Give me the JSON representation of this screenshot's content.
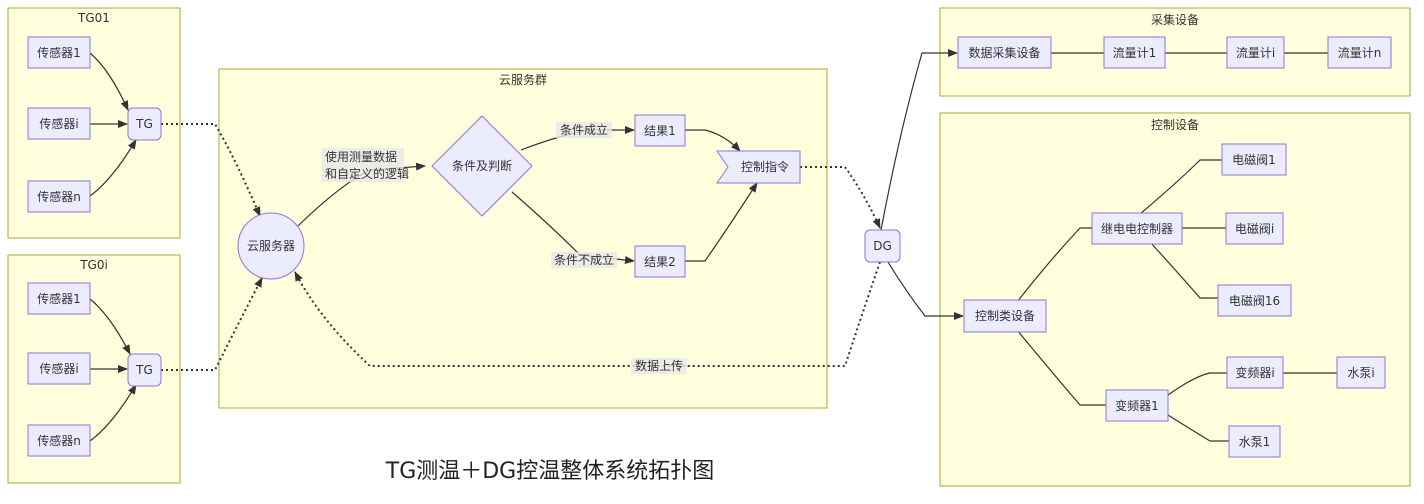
{
  "diagram": {
    "title": "TG测温＋DG控温整体系统拓扑图",
    "groups": {
      "tg01": "TG01",
      "tg0i": "TG0i",
      "cloud": "云服务群",
      "collect": "采集设备",
      "control": "控制设备"
    },
    "nodes": {
      "tg01_s1": "传感器1",
      "tg01_si": "传感器i",
      "tg01_sn": "传感器n",
      "tg01_tg": "TG",
      "tg0i_s1": "传感器1",
      "tg0i_si": "传感器i",
      "tg0i_sn": "传感器n",
      "tg0i_tg": "TG",
      "cloud_server": "云服务器",
      "condition": "条件及判断",
      "result1": "结果1",
      "result2": "结果2",
      "control_cmd": "控制指令",
      "dg": "DG",
      "data_collect": "数据采集设备",
      "flow1": "流量计1",
      "flowi": "流量计i",
      "flown": "流量计n",
      "control_dev": "控制类设备",
      "relay": "继电电控制器",
      "valve1": "电磁阀1",
      "valvei": "电磁阀i",
      "valve16": "电磁阀16",
      "vfdi": "变频器i",
      "vfd1": "变频器1",
      "pumpi": "水泵i",
      "pump1": "水泵1"
    },
    "edge_labels": {
      "logic_line1": "使用测量数据",
      "logic_line2": "和自定义的逻辑",
      "cond_true": "条件成立",
      "cond_false": "条件不成立",
      "upload": "数据上传"
    }
  }
}
